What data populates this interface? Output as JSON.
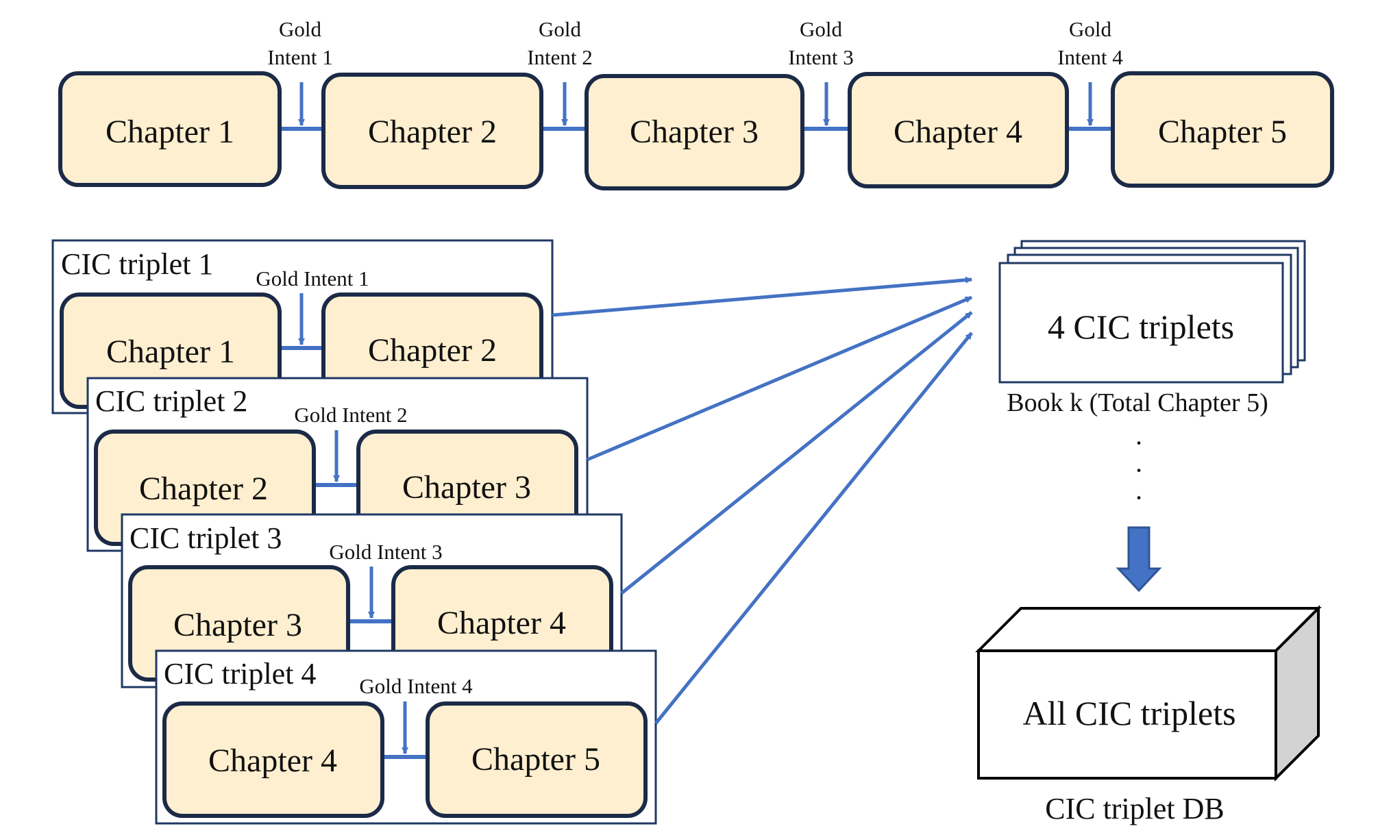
{
  "colors": {
    "chapter_fill": "#fdefcf",
    "chapter_border": "#1b2a47",
    "connector": "#4472c4",
    "frame_border": "#1f3864",
    "box_side": "#d3d3d3"
  },
  "chapter_sequence": {
    "chapters": [
      "Chapter 1",
      "Chapter 2",
      "Chapter 3",
      "Chapter 4",
      "Chapter 5"
    ],
    "intents": [
      {
        "line1": "Gold",
        "line2": "Intent 1"
      },
      {
        "line1": "Gold",
        "line2": "Intent 2"
      },
      {
        "line1": "Gold",
        "line2": "Intent 3"
      },
      {
        "line1": "Gold",
        "line2": "Intent 4"
      }
    ]
  },
  "triplets": [
    {
      "title": "CIC triplet 1",
      "intent": "Gold Intent 1",
      "left": "Chapter 1",
      "right": "Chapter 2"
    },
    {
      "title": "CIC triplet 2",
      "intent": "Gold Intent 2",
      "left": "Chapter 2",
      "right": "Chapter 3"
    },
    {
      "title": "CIC triplet 3",
      "intent": "Gold Intent 3",
      "left": "Chapter 3",
      "right": "Chapter 4"
    },
    {
      "title": "CIC triplet 4",
      "intent": "Gold Intent 4",
      "left": "Chapter 4",
      "right": "Chapter 5"
    }
  ],
  "book_stack": {
    "label": "4 CIC triplets",
    "caption": "Book k (Total Chapter 5)",
    "dots": [
      "·",
      "·",
      "·",
      "·"
    ]
  },
  "database": {
    "label": "All CIC triplets",
    "caption": "CIC triplet DB"
  }
}
